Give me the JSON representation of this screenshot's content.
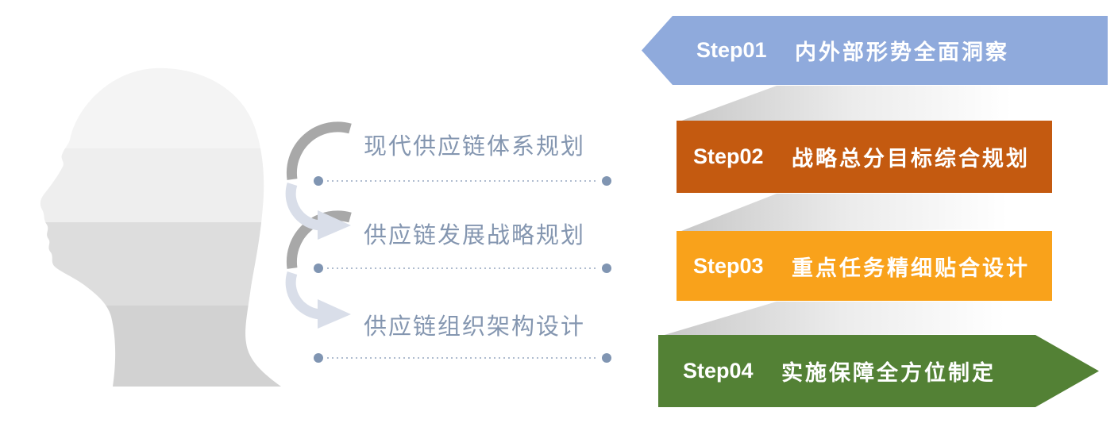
{
  "steps": [
    {
      "label": "Step01",
      "title": "内外部形势全面洞察",
      "color": "#8FAADC",
      "shape": "arrow-left"
    },
    {
      "label": "Step02",
      "title": "战略总分目标综合规划",
      "color": "#C45A10",
      "shape": "rect"
    },
    {
      "label": "Step03",
      "title": "重点任务精细贴合设计",
      "color": "#F9A21B",
      "shape": "rect"
    },
    {
      "label": "Step04",
      "title": "实施保障全方位制定",
      "color": "#538135",
      "shape": "arrow-right"
    }
  ],
  "planning_labels": [
    {
      "text": "现代供应链体系规划"
    },
    {
      "text": "供应链发展战略规划"
    },
    {
      "text": "供应链组织架构设计"
    }
  ],
  "colors": {
    "banner_text": "#FFFFFF",
    "label_text": "#8496B0",
    "dot": "#8095B2",
    "dash": "#AFBCCF",
    "arrow_dark": "#A8A8A8",
    "arrow_light": "#D9DEE9",
    "head_band_1": "#F4F4F4",
    "head_band_2": "#EEEEEE",
    "head_band_3": "#DDDDDD",
    "head_band_4": "#D2D2D2",
    "ribbon_dark": "#C7C7C7",
    "ribbon_light": "#FFFFFF"
  }
}
